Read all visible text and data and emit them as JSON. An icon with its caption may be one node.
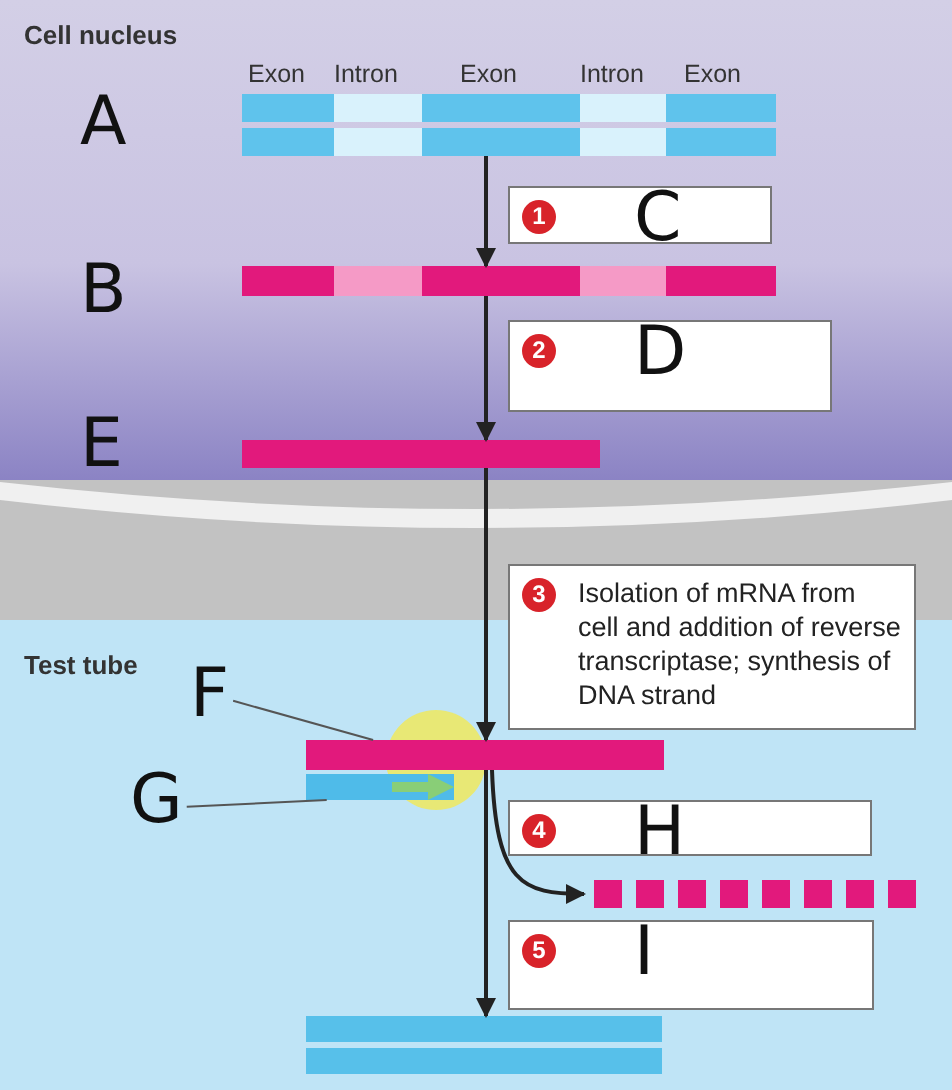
{
  "diagram": {
    "nodes": [
      {
        "text": [
          "Cell nucleus"
        ]
      },
      {
        "text": [
          "Test tube"
        ]
      },
      {
        "text": [],
        "shape": "bar",
        "in": 0,
        "beside": [
          "A"
        ]
      },
      {
        "text": [],
        "shape": "bar",
        "in": 0,
        "beside": [
          "B"
        ]
      },
      {
        "text": [],
        "shape": "bar",
        "in": 0,
        "beside": [
          "E"
        ]
      },
      {
        "text": [
          "1",
          "C"
        ],
        "in": 0
      },
      {
        "text": [
          "2",
          "D"
        ],
        "in": 0
      },
      {
        "text": [
          "3",
          "Isolation of mRNA from cell and addition of reverse transcriptase; synthesis of DNA strand"
        ]
      },
      {
        "text": [
          "F"
        ],
        "in": 1
      },
      {
        "text": [
          "G"
        ],
        "in": 1
      },
      {
        "text": [],
        "shape": "bar",
        "in": 1
      },
      {
        "text": [],
        "shape": "bar",
        "in": 1
      },
      {
        "text": [
          "4",
          "H"
        ],
        "in": 1
      },
      {
        "text": [],
        "shape": "bar",
        "in": 1
      },
      {
        "text": [
          "5",
          "I"
        ],
        "in": 1
      },
      {
        "text": [],
        "shape": "bar",
        "in": 1
      }
    ],
    "edges": [
      {
        "from": 2,
        "to": 3,
        "arrow": "to"
      },
      {
        "from": 3,
        "to": 4,
        "arrow": "to"
      },
      {
        "from": 4,
        "to": 10,
        "arrow": "to"
      },
      {
        "from": 8,
        "to": 10,
        "arrow": "none"
      },
      {
        "from": 9,
        "to": 11,
        "arrow": "none"
      },
      {
        "from": 10,
        "to": 15,
        "arrow": "to"
      },
      {
        "from": 10,
        "to": 13,
        "arrow": "to"
      }
    ],
    "labels": [
      "Exon",
      "Intron",
      "Exon",
      "Intron",
      "Exon"
    ]
  }
}
